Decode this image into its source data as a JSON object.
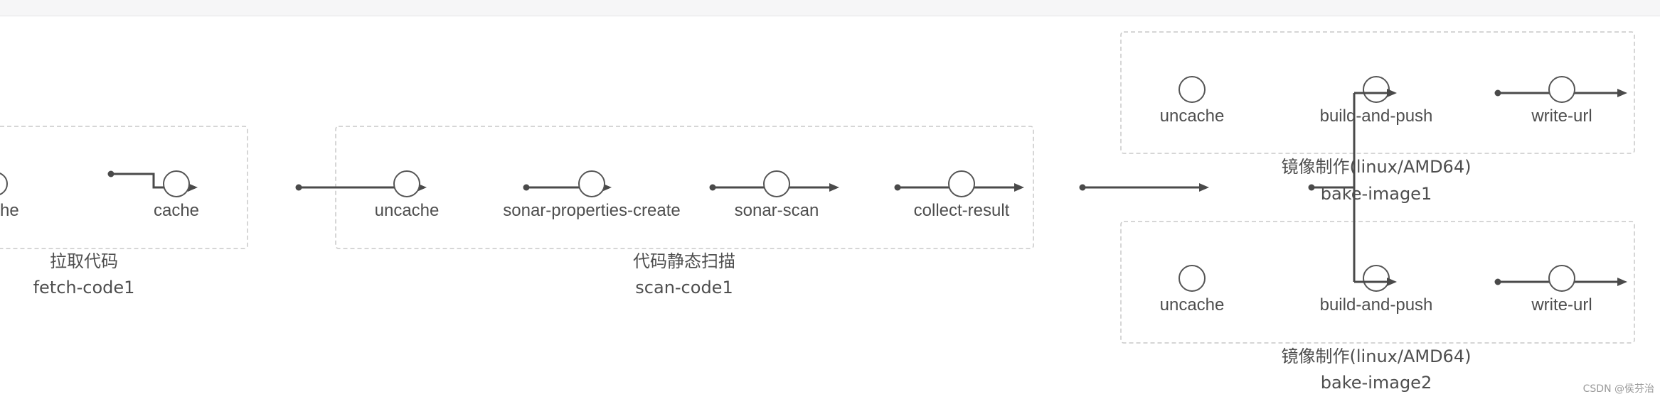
{
  "stages": {
    "fetch_code1": {
      "title": "拉取代码",
      "name": "fetch-code1",
      "tasks": {
        "partial": "he",
        "cache": "cache"
      }
    },
    "scan_code1": {
      "title": "代码静态扫描",
      "name": "scan-code1",
      "tasks": {
        "uncache": "uncache",
        "sonar_properties_create": "sonar-properties-create",
        "sonar_scan": "sonar-scan",
        "collect_result": "collect-result"
      }
    },
    "bake_image1": {
      "title": "镜像制作(linux/AMD64)",
      "name": "bake-image1",
      "tasks": {
        "uncache": "uncache",
        "build_and_push": "build-and-push",
        "write_url": "write-url"
      }
    },
    "bake_image2": {
      "title": "镜像制作(linux/AMD64)",
      "name": "bake-image2",
      "tasks": {
        "uncache": "uncache",
        "build_and_push": "build-and-push",
        "write_url": "write-url"
      }
    }
  },
  "watermark": "CSDN @侯芬治",
  "colors": {
    "edge": "#4a4a4a",
    "node_stroke": "#555555",
    "stage_border": "#c8c8c8",
    "text": "#4e4e4e"
  }
}
